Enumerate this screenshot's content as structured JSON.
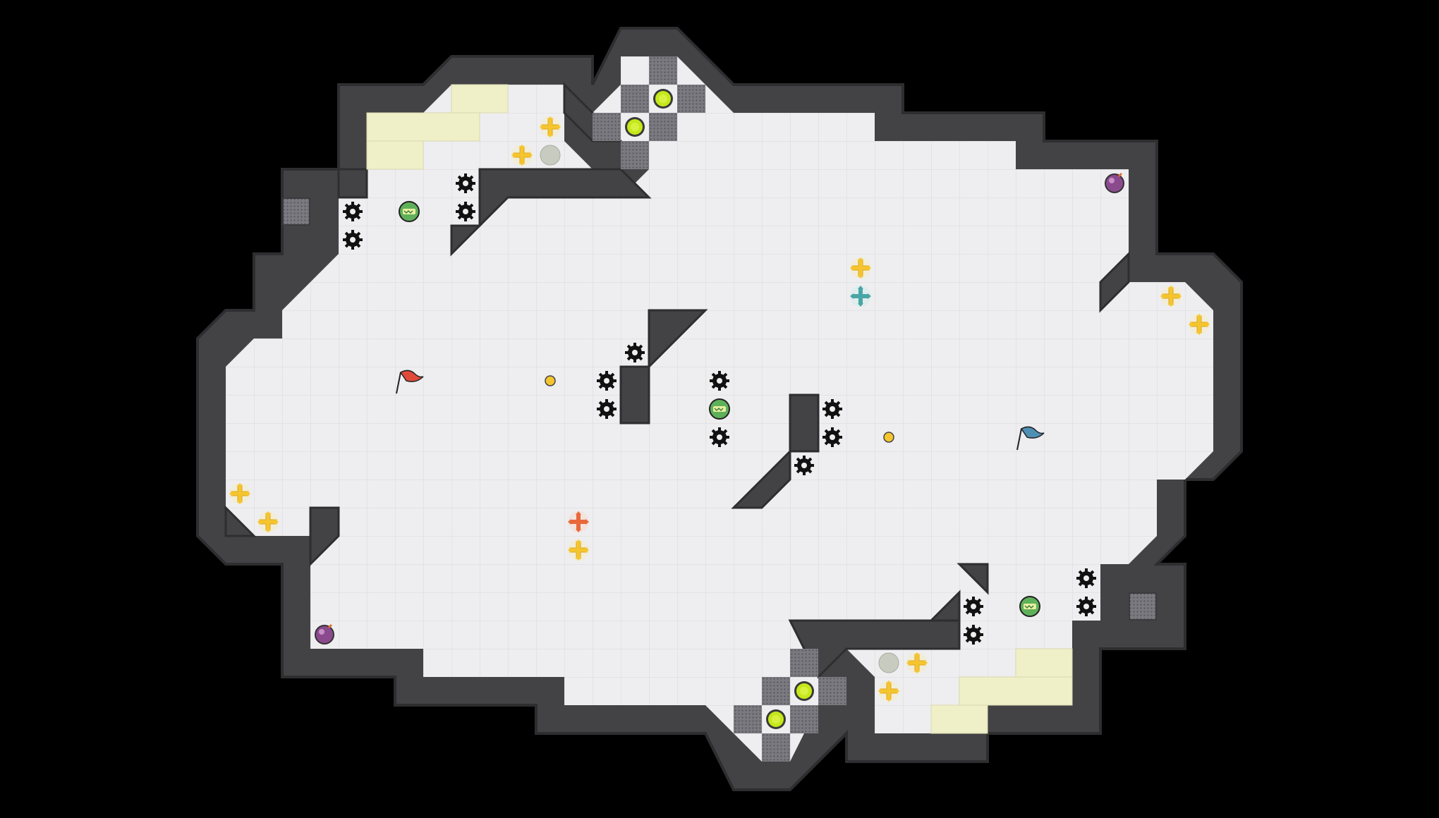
{
  "game": {
    "type": "top-down tile arena (capture-the-flag style)",
    "background_color": "#000000",
    "floor_color": "#eeeef0",
    "wall_color": "#434346",
    "pad_tile_color": "#f0f0c8"
  },
  "flags": [
    {
      "team": "red",
      "color": "#e04a3a",
      "icon": "flag-icon"
    },
    {
      "team": "blue",
      "color": "#4f8fb4",
      "icon": "flag-icon"
    }
  ],
  "items": {
    "powerup_colors": {
      "boost": "#f5c530",
      "red_boost": "#e8683a",
      "teal_boost": "#4aa6a6"
    },
    "spike_icon": "spike-gear-icon",
    "bomb_icon": "bomb-icon",
    "jukejuice_icon": "green-powerup-icon",
    "gate_button_icon": "button-icon",
    "portal_icon": "portal-icon"
  }
}
